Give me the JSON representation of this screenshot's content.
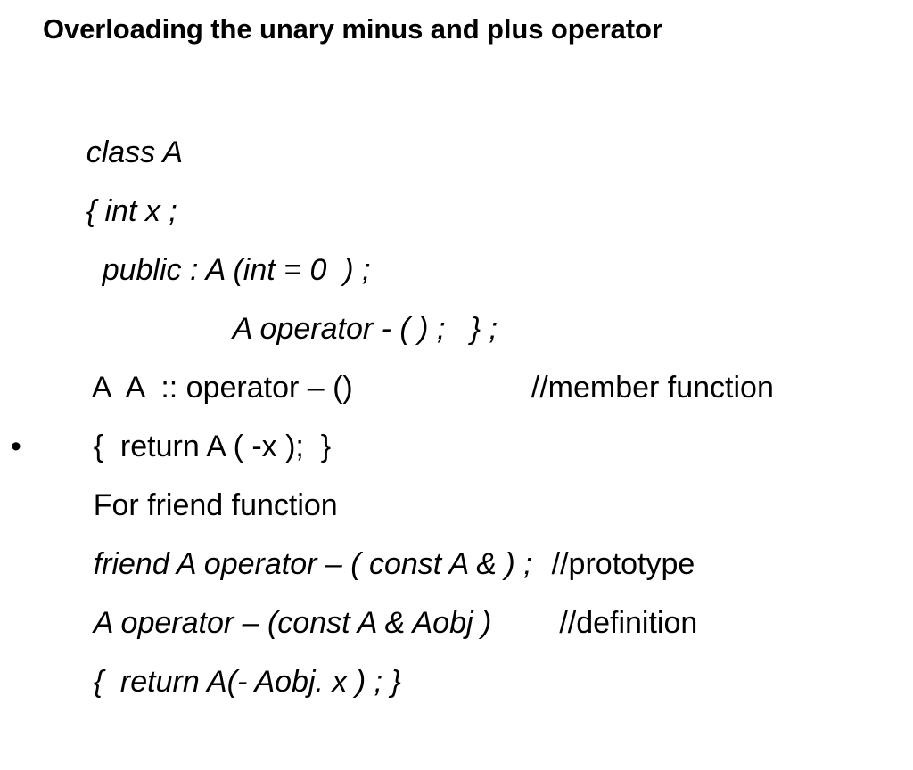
{
  "slide": {
    "background_color": "#ffffff",
    "text_color": "#000000",
    "title": "Overloading the unary minus and plus operator",
    "bullet_glyph": "•",
    "lines": [
      {
        "id": "line-class-a",
        "text": "class A"
      },
      {
        "id": "line-open-brace-int",
        "text": "{ int x ;"
      },
      {
        "id": "line-public-ctor",
        "text": "public : A (int = 0  ) ;"
      },
      {
        "id": "line-operator-decl",
        "text": "A operator - ( ) ;   } ;"
      },
      {
        "id": "line-member-sig",
        "text": "A  A  :: operator – ()"
      },
      {
        "id": "line-member-comment",
        "text": "//member function"
      },
      {
        "id": "line-member-body",
        "text": "{  return A ( -x );  }"
      },
      {
        "id": "line-bullet-friend",
        "text": "For friend function"
      },
      {
        "id": "line-friend-proto",
        "text": "friend A operator – ( const A & ) ;"
      },
      {
        "id": "line-proto-comment",
        "text": "//prototype"
      },
      {
        "id": "line-friend-def",
        "text": "A operator – (const A & Aobj )"
      },
      {
        "id": "line-def-comment",
        "text": "//definition"
      },
      {
        "id": "line-friend-body",
        "text": "{  return A(- Aobj. x ) ; }"
      }
    ]
  }
}
